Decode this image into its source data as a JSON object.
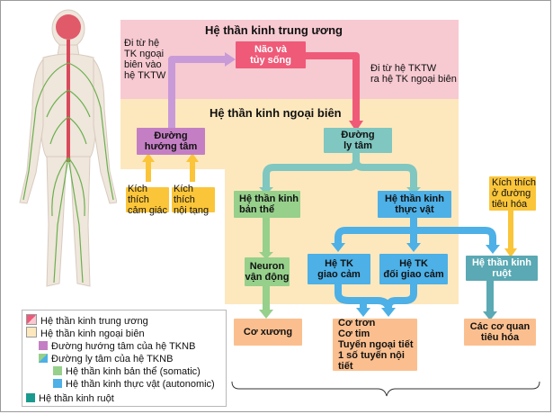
{
  "cns_title": "Hệ thần kinh trung ương",
  "pns_title": "Hệ thần kinh ngoại biên",
  "note_in": [
    "Đi từ hệ",
    "TK ngoại",
    "biên vào",
    "hệ TKTW"
  ],
  "note_out": [
    "Đi từ hệ TKTW",
    "ra hệ TK ngoại biên"
  ],
  "nodes": {
    "brain": [
      "Não và",
      "tủy sống"
    ],
    "afferent": [
      "Đường",
      "hướng tâm"
    ],
    "efferent": [
      "Đường",
      "ly tâm"
    ],
    "somatic": [
      "Hệ thần kinh",
      "bản thể"
    ],
    "autonomic": [
      "Hệ thần kinh",
      "thực vật"
    ],
    "motor": [
      "Neuron",
      "vận động"
    ],
    "sympathetic": [
      "Hệ TK",
      "giao cảm"
    ],
    "parasympathetic": [
      "Hệ TK",
      "đối giao cảm"
    ],
    "enteric": [
      "Hệ thần kinh",
      "ruột"
    ],
    "skeletal": [
      "Cơ xương"
    ],
    "effectors": [
      "Cơ trơn",
      "Cơ tim",
      "Tuyến ngoại tiết",
      "1 số tuyến nội tiết"
    ],
    "digestive": [
      "Các cơ quan",
      "tiêu hóa"
    ]
  },
  "stimuli": {
    "sensory": [
      "Kích thích",
      "cảm giác"
    ],
    "visceral": [
      "Kích thích",
      "nội tạng"
    ],
    "digestive": [
      "Kích thích",
      "ở đường",
      "tiêu hóa"
    ]
  },
  "legend": [
    {
      "label": "Hệ thần kinh trung ương",
      "color": "#ef5a78"
    },
    {
      "label": "Hệ thần kinh ngoại biên",
      "color": "#fde8bd"
    },
    {
      "label": "Đường hướng tâm của hệ TKNB",
      "color": "#c47fc4"
    },
    {
      "label": "Đường ly tâm của hệ TKNB",
      "color": "#7fc7c0"
    },
    {
      "label": "Hệ thần kinh bản thể (somatic)",
      "color": "#96d08b"
    },
    {
      "label": "Hệ thần kinh thực vật (autonomic)",
      "color": "#4db0e6"
    },
    {
      "label": "Hệ thần kinh ruột",
      "color": "#1a9a8e"
    }
  ]
}
